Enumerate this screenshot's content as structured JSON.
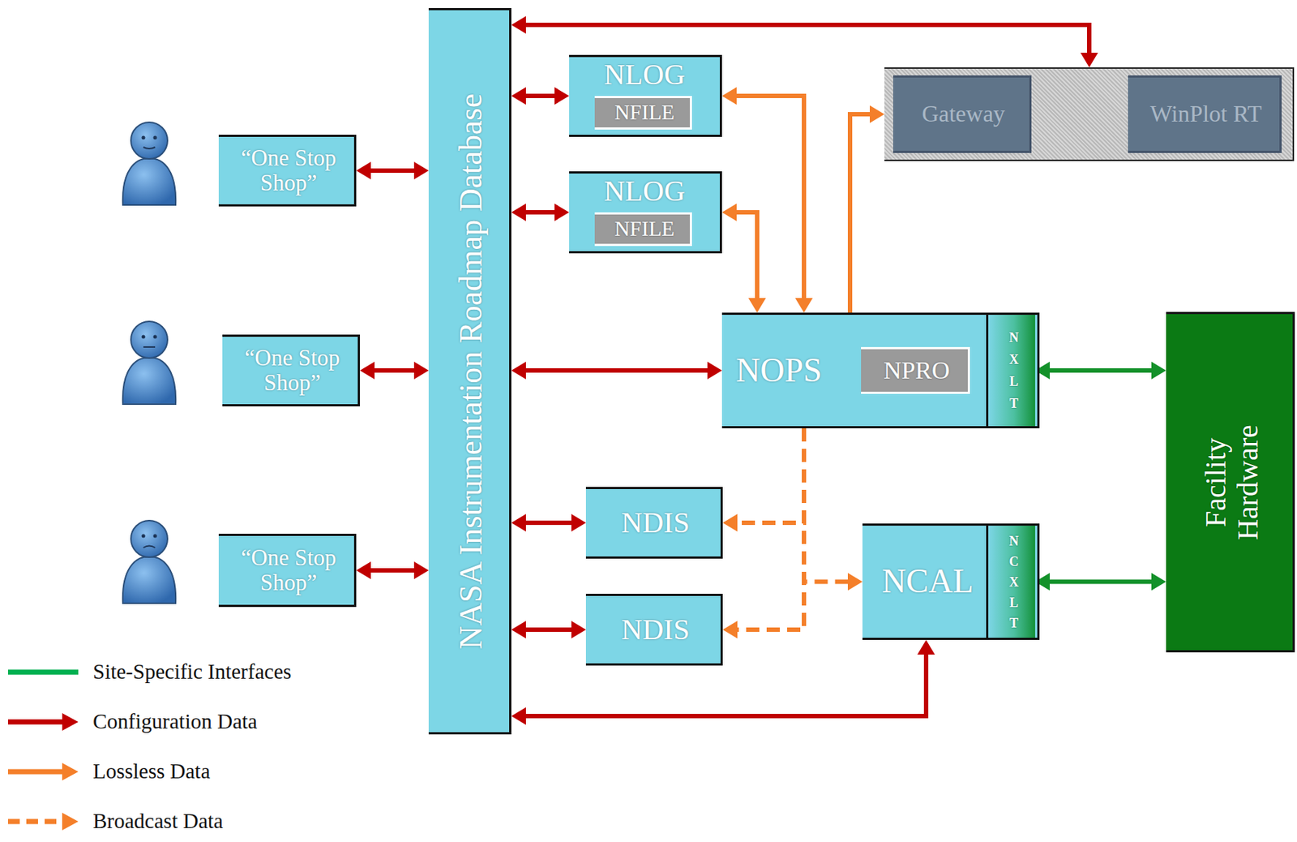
{
  "diagram": {
    "nodes": [
      {
        "text": [
          "NASA Instrumentation Roadmap Database"
        ]
      },
      {
        "text": [
          "“One Stop Shop”"
        ]
      },
      {
        "text": [
          "“One Stop Shop”"
        ]
      },
      {
        "text": [
          "“One Stop Shop”"
        ]
      },
      {
        "text": [
          "NLOG"
        ]
      },
      {
        "text": [
          "NFILE"
        ],
        "in": 4
      },
      {
        "text": [
          "NLOG"
        ]
      },
      {
        "text": [
          "NFILE"
        ],
        "in": 6
      },
      {
        "text": []
      },
      {
        "text": [
          "Gateway"
        ],
        "in": 8
      },
      {
        "text": [
          "WinPlot RT"
        ],
        "in": 8
      },
      {
        "text": [
          "NOPS"
        ]
      },
      {
        "text": [
          "NPRO"
        ],
        "in": 11
      },
      {
        "text": [
          "N X L T"
        ],
        "in": 11
      },
      {
        "text": [
          "NDIS"
        ]
      },
      {
        "text": [
          "NDIS"
        ]
      },
      {
        "text": [
          "NCAL"
        ]
      },
      {
        "text": [
          "N C X L T"
        ],
        "in": 16
      },
      {
        "text": [
          "Facility Hardware"
        ]
      }
    ],
    "edges": [
      {
        "from": 1,
        "to": 0,
        "arrow": "both"
      },
      {
        "from": 2,
        "to": 0,
        "arrow": "both"
      },
      {
        "from": 3,
        "to": 0,
        "arrow": "both"
      },
      {
        "from": 0,
        "to": 4,
        "arrow": "both"
      },
      {
        "from": 0,
        "to": 6,
        "arrow": "both"
      },
      {
        "from": 0,
        "to": 8,
        "arrow": "both"
      },
      {
        "from": 0,
        "to": 11,
        "arrow": "both"
      },
      {
        "from": 0,
        "to": 14,
        "arrow": "both"
      },
      {
        "from": 0,
        "to": 15,
        "arrow": "both"
      },
      {
        "from": 0,
        "to": 16,
        "arrow": "both"
      },
      {
        "from": 4,
        "to": 11,
        "arrow": "both"
      },
      {
        "from": 6,
        "to": 11,
        "arrow": "both"
      },
      {
        "from": 11,
        "to": 8,
        "arrow": "to"
      },
      {
        "from": 11,
        "to": 14,
        "arrow": "to"
      },
      {
        "from": 11,
        "to": 15,
        "arrow": "to"
      },
      {
        "from": 11,
        "to": 16,
        "arrow": "to"
      },
      {
        "from": 13,
        "to": 18,
        "arrow": "both"
      },
      {
        "from": 17,
        "to": 18,
        "arrow": "both"
      },
      {
        "from": 9,
        "to": 10,
        "arrow": "both"
      }
    ],
    "legend": [
      {
        "text": "Site-Specific Interfaces"
      },
      {
        "text": "Configuration Data"
      },
      {
        "text": "Lossless Data"
      },
      {
        "text": "Broadcast Data"
      }
    ]
  }
}
